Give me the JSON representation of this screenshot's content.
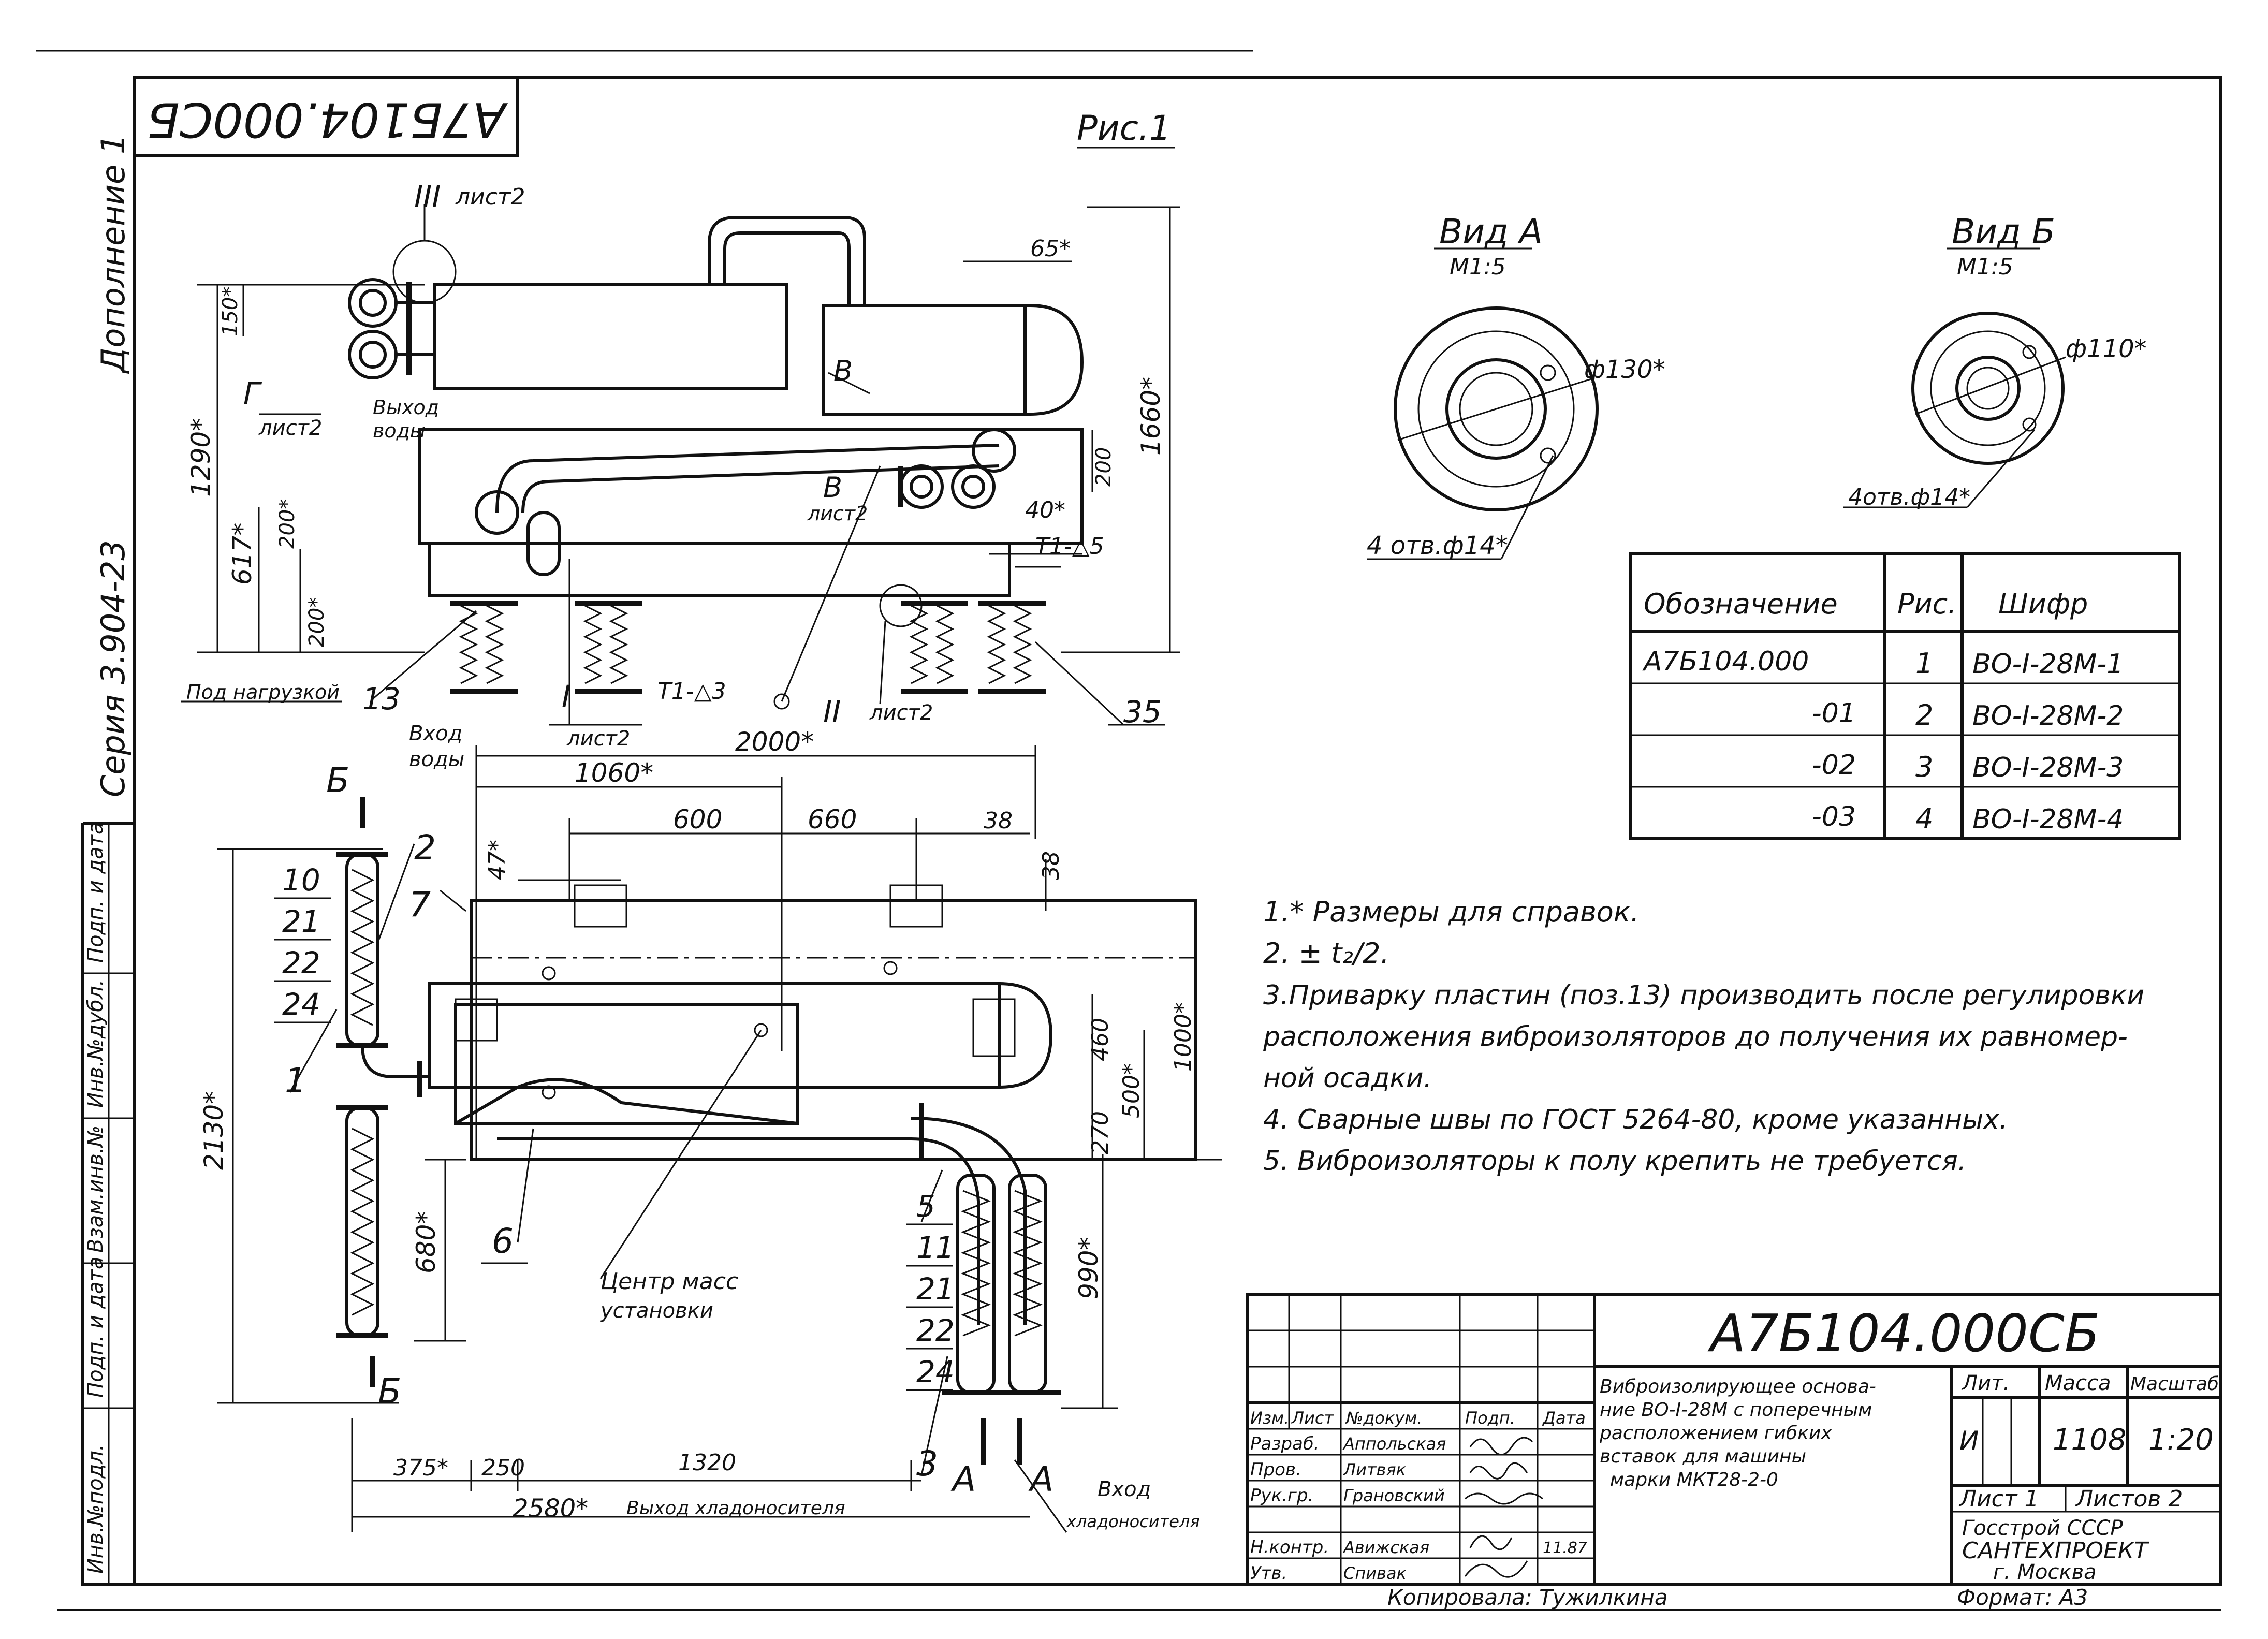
{
  "drawing": {
    "doc_code_top": "А7Б104.000СБ",
    "fig_label": "Рис.1",
    "side_text_1": "Дополнение 1",
    "side_text_2": "Серия 3.904-23",
    "side_stamps": [
      "Инв.№подл.",
      "Подп. и дата",
      "Взам.инв.№",
      "Инв.№дубл.",
      "Подп. и дата"
    ]
  },
  "top_view": {
    "labels": {
      "detail_III": "III",
      "detail_III_sheet": "лист2",
      "g_arrow": "Г",
      "g_sheet": "лист2",
      "outlet": "Выход",
      "outlet2": "воды",
      "v_label": "В",
      "v_sheet": "лист2",
      "b_label": "В",
      "under_load": "Под нагрузкой",
      "pos_13": "13",
      "detail_I": "I",
      "detail_I_sheet": "лист2",
      "t1_d3": "Т1-△3",
      "detail_II": "II",
      "detail_II_sheet": "лист2",
      "t1_d5": "Т1-△5",
      "pos_35": "35"
    },
    "dims": {
      "d150": "150*",
      "d1290": "1290*",
      "d617": "617*",
      "d200a": "200*",
      "d200b": "200*",
      "d65": "65*",
      "d200c": "200",
      "d40": "40*",
      "d1660": "1660*"
    }
  },
  "front_view": {
    "labels": {
      "inlet": "Вход",
      "inlet2": "воды",
      "section_b": "Б",
      "section_b2": "Б",
      "pos_2": "2",
      "pos_7": "7",
      "pos_10": "10",
      "pos_21": "21",
      "pos_22": "22",
      "pos_24": "24",
      "pos_1": "1",
      "pos_6": "6",
      "pos_5": "5",
      "pos_11": "11",
      "pos_21b": "21",
      "pos_22b": "22",
      "pos_24b": "24",
      "pos_3": "3",
      "section_a": "А",
      "section_a2": "А",
      "center_mass": "Центр масс",
      "center_mass2": "установки",
      "coolant_out": "Выход хладоносителя",
      "coolant_in": "Вход",
      "coolant_in2": "хладоносителя"
    },
    "dims": {
      "d2000": "2000*",
      "d1060": "1060*",
      "d600": "600",
      "d660": "660",
      "d38a": "38",
      "d38b": "38",
      "d47": "47*",
      "d2130": "2130*",
      "d680": "680*",
      "d460": "460",
      "d270": "270",
      "d500": "500*",
      "d1000": "1000*",
      "d990": "990*",
      "d375": "375*",
      "d250": "250",
      "d1320": "1320",
      "d2580": "2580*"
    }
  },
  "view_a": {
    "title": "Вид А",
    "scale": "М1:5",
    "diam": "ф130*",
    "holes": "4 отв.ф14*"
  },
  "view_b": {
    "title": "Вид Б",
    "scale": "М1:5",
    "diam": "ф110*",
    "holes": "4отв.ф14*"
  },
  "spec_table": {
    "headers": [
      "Обозначение",
      "Рис.",
      "Шифр"
    ],
    "rows": [
      [
        "А7Б104.000",
        "1",
        "ВО-I-28М-1"
      ],
      [
        "-01",
        "2",
        "ВО-I-28М-2"
      ],
      [
        "-02",
        "3",
        "ВО-I-28М-3"
      ],
      [
        "-03",
        "4",
        "ВО-I-28М-4"
      ]
    ]
  },
  "notes": [
    "1.* Размеры для справок.",
    "2. ± t₂/2.",
    "3.Приварку пластин (поз.13) производить после регулировки",
    "расположения виброизоляторов до получения их равномер-",
    "ной осадки.",
    "4. Сварные швы по ГОСТ 5264-80, кроме указанных.",
    "5. Виброизоляторы к полу крепить не требуется."
  ],
  "title_block": {
    "doc_code": "А7Б104.000СБ",
    "name_lines": [
      "Виброизолирующее основа-",
      "ние ВО-I-28М с поперечным",
      "расположением гибких",
      "вставок для машины",
      "марки МКТ28-2-0"
    ],
    "hdr_lit": "Лит.",
    "hdr_mass": "Масса",
    "hdr_scale": "Масштаб",
    "lit_value": "И",
    "mass": "1108",
    "scale": "1:20",
    "sheet": "Лист 1",
    "sheets": "Листов 2",
    "org1": "Госстрой СССР",
    "org2": "САНТЕХПРОЕКТ",
    "org3": "г. Москва",
    "col_headers": [
      "Изм.",
      "Лист",
      "№докум.",
      "Подп.",
      "Дата"
    ],
    "roles": [
      {
        "role": "Разраб.",
        "name": "Аппольская"
      },
      {
        "role": "Пров.",
        "name": "Литвяк"
      },
      {
        "role": "Рук.гр.",
        "name": "Грановский"
      },
      {
        "role": "Н.контр.",
        "name": "Авижская"
      },
      {
        "role": "Утв.",
        "name": "Спивак"
      }
    ],
    "date": "11.87",
    "copied": "Копировала: Тужилкина",
    "format": "Формат: А3"
  }
}
